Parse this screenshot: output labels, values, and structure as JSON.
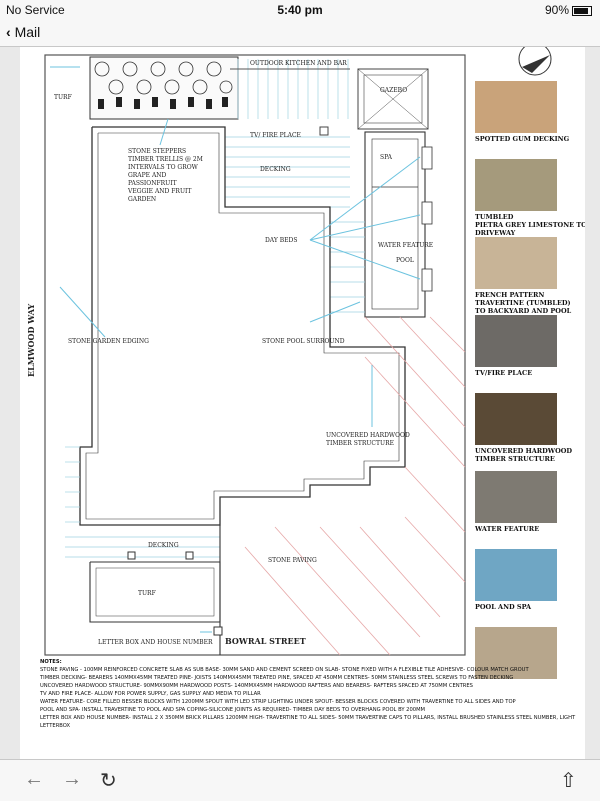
{
  "status_bar": {
    "carrier": "No Service",
    "time": "5:40 pm",
    "battery": "90%"
  },
  "nav": {
    "back_label": "Mail"
  },
  "plan": {
    "street_left": "ELMWOOD WAY",
    "street_bottom": "BOWRAL STREET",
    "labels": {
      "outdoor_kitchen": "OUTDOOR KITCHEN AND BAR",
      "gazebo": "GAZEBO",
      "turf_top": "TURF",
      "tv_fire": "TV/ FIRE PLACE",
      "spa": "SPA",
      "decking": "DECKING",
      "stone_steppers": [
        "STONE STEPPERS",
        "TIMBER TRELLIS @ 2M",
        "INTERVALS TO GROW",
        "GRAPE AND",
        "PASSIONFRUIT",
        "VEGGIE AND FRUIT",
        "GARDEN"
      ],
      "day_beds": "DAY BEDS",
      "water_feature": "WATER FEATURE",
      "pool": "POOL",
      "stone_garden_edging": "STONE GARDEN EDGING",
      "stone_pool_surround": "STONE POOL SURROUND",
      "hardwood": [
        "UNCOVERED HARDWOOD",
        "TIMBER STRUCTURE"
      ],
      "decking_bottom": "DECKING",
      "turf_bottom": "TURF",
      "stone_paving": "STONE PAVING",
      "letterbox": "LETTER BOX AND HOUSE NUMBER"
    }
  },
  "swatches": [
    {
      "caption": [
        "SPOTTED GUM DECKING"
      ],
      "color": "#c9a37a"
    },
    {
      "caption": [
        "TUMBLED",
        "PIETRA GREY LIMESTONE TO",
        "DRIVEWAY"
      ],
      "color": "#a59a7c"
    },
    {
      "caption": [
        "FRENCH PATTERN",
        "TRAVERTINE (TUMBLED)",
        "TO BACKYARD AND POOL"
      ],
      "color": "#c8b497"
    },
    {
      "caption": [
        "TV/FIRE PLACE"
      ],
      "color": "#6d6a66"
    },
    {
      "caption": [
        "UNCOVERED HARDWOOD",
        "TIMBER STRUCTURE"
      ],
      "color": "#5a4a36"
    },
    {
      "caption": [
        "WATER FEATURE"
      ],
      "color": "#7e7a72"
    },
    {
      "caption": [
        "POOL AND SPA"
      ],
      "color": "#6fa6c4"
    },
    {
      "caption": [
        ""
      ],
      "color": "#b7a68c"
    }
  ],
  "notes": {
    "heading": "NOTES:",
    "lines": [
      "STONE PAVING - 100MM REINFORCED CONCRETE SLAB AS SUB BASE- 30MM SAND AND CEMENT SCREED ON SLAB- STONE FIXED WITH A FLEXIBLE TILE ADHESIVE- COLOUR MATCH GROUT",
      "TIMBER DECKING- BEARERS 140MMX45MM TREATED PINE- JOISTS 140MMX45MM TREATED PINE, SPACED AT 450MM CENTRES- 50MM STAINLESS STEEL SCREWS TO FASTEN DECKING",
      "UNCOVERED HARDWOOD STRUCTURE- 90MMX90MM HARDWOOD POSTS- 140MMX45MM HARDWOOD RAFTERS AND BEARERS- RAFTERS SPACED AT 750MM CENTRES",
      "TV AND FIRE PLACE- ALLOW FOR POWER SUPPLY, GAS SUPPLY AND MEDIA TO PILLAR",
      "WATER FEATURE- CORE FILLED BESSER BLOCKS WITH 1200MM SPOUT WITH LED STRIP LIGHTING UNDER SPOUT- BESSER BLOCKS COVERED WITH TRAVERTINE TO ALL SIDES AND TOP",
      "POOL AND SPA- INSTALL TRAVERTINE TO POOL AND SPA COPING-SILICONE JOINTS AS REQUIRED- TIMBER DAY BEDS TO OVERHANG POOL BY 200MM",
      "LETTER BOX AND HOUSE NUMBER- INSTALL 2 X 350MM BRICK PILLARS 1200MM HIGH- TRAVERTINE TO ALL SIDES- 50MM TRAVERTINE CAPS TO PILLARS, INSTALL BRUSHED STAINLESS STEEL NUMBER, LIGHT",
      "LETTERBOX"
    ]
  }
}
